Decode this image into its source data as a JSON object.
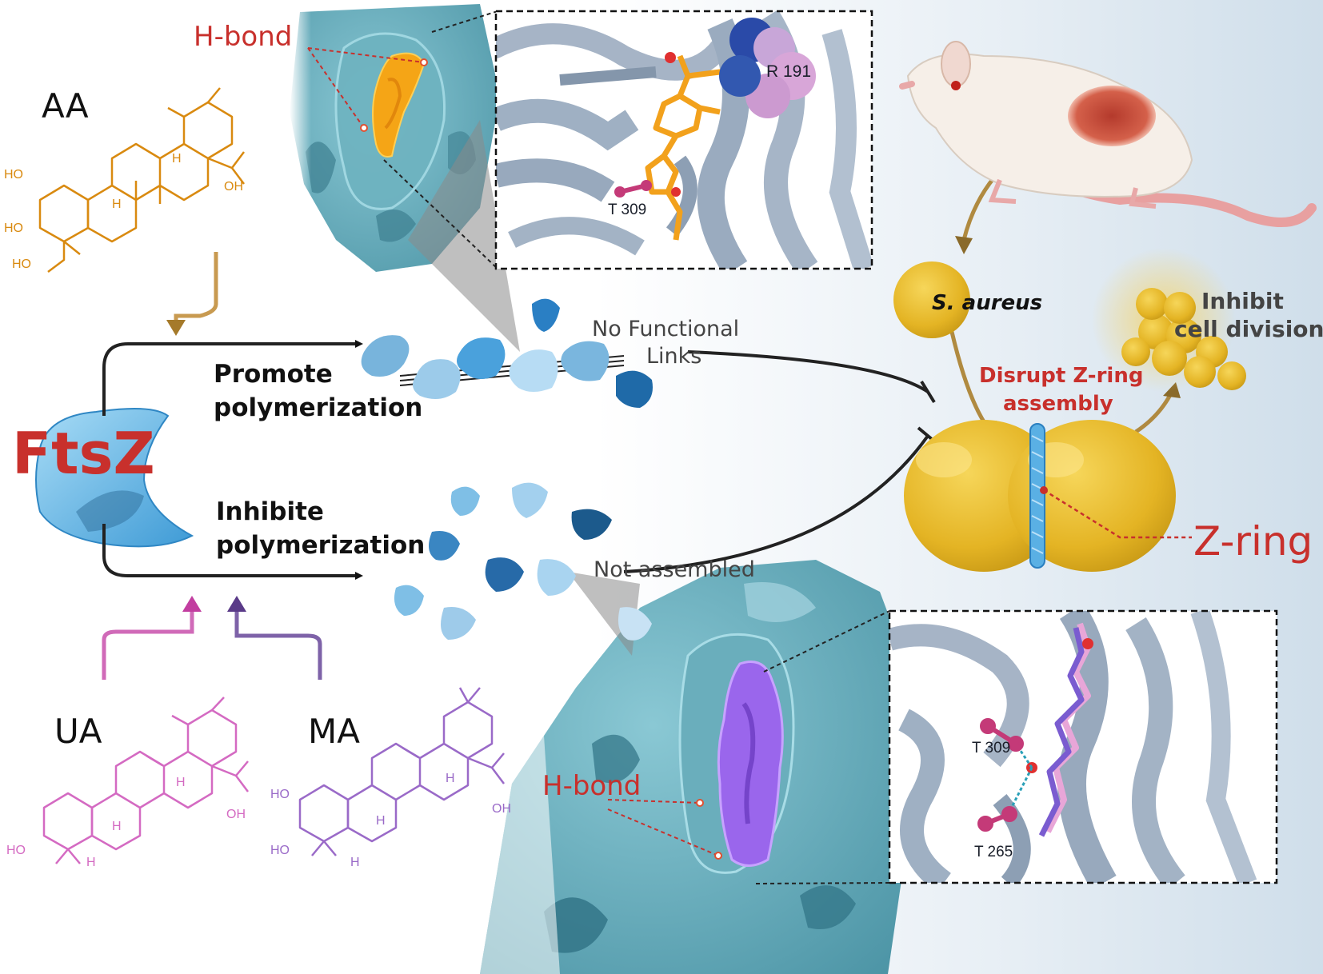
{
  "protein": {
    "name": "FtsZ"
  },
  "compounds": {
    "aa": {
      "name": "AA",
      "groups": [
        "HO",
        "HO",
        "HO",
        "OH",
        "H",
        "H"
      ]
    },
    "ua": {
      "name": "UA",
      "groups": [
        "HO",
        "OH",
        "H",
        "H",
        "H"
      ]
    },
    "ma": {
      "name": "MA",
      "groups": [
        "HO",
        "HO",
        "OH",
        "H",
        "H",
        "H"
      ]
    }
  },
  "pathways": {
    "promote": {
      "line1": "Promote",
      "line2": "polymerization",
      "result_line1": "No Functional",
      "result_line2": "Links"
    },
    "inhibit": {
      "line1": "Inhibite",
      "line2": "polymerization",
      "result": "Not assembled"
    }
  },
  "binding": {
    "top": {
      "hbond_label": "H-bond",
      "residues": [
        "R 191",
        "T 309"
      ]
    },
    "bottom": {
      "hbond_label": "H-bond",
      "residues": [
        "T 309",
        "T 265"
      ]
    }
  },
  "bacteria": {
    "species": "S. aureus",
    "mechanism_line1": "Disrupt Z-ring",
    "mechanism_line2": "assembly",
    "outcome_line1": "Inhibit",
    "outcome_line2": "cell division",
    "structure": "Z-ring"
  },
  "colors": {
    "aa": "#d98a10",
    "ua": "#d46ac2",
    "ma": "#9a6ac8",
    "label_red": "#c8302c",
    "ftsz_blue": "#5fb6e8",
    "protein_teal": "#5a9fae",
    "bacteria_gold": "#e6b628"
  }
}
